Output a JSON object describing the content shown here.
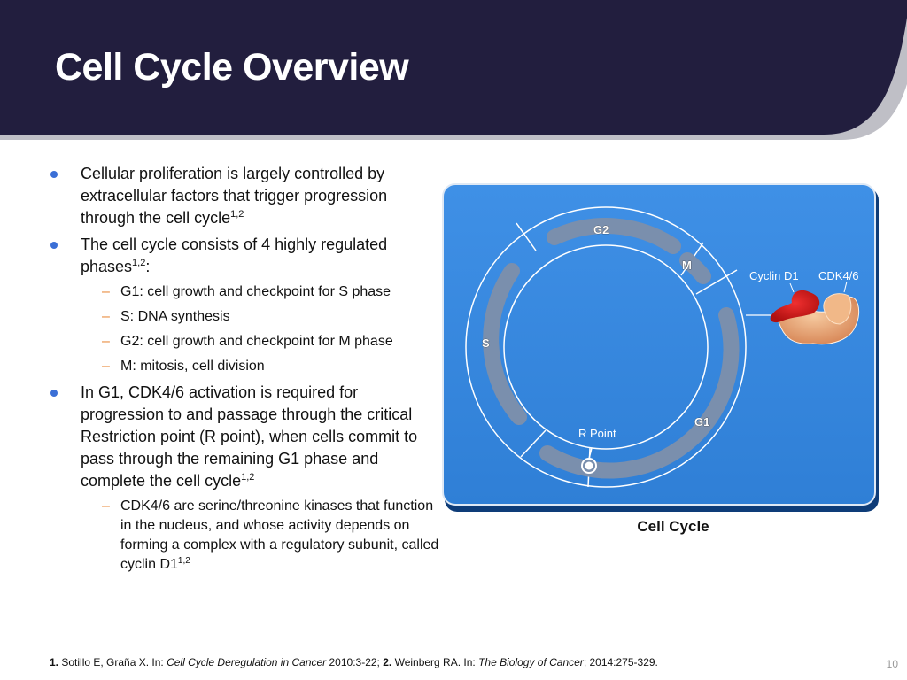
{
  "slide": {
    "title": "Cell Cycle Overview",
    "page_number": "10",
    "colors": {
      "header_bg": "#221e3e",
      "header_shadow": "#bfbfc6",
      "bullet": "#3b6fd6",
      "dash": "#e8883a",
      "panel_blue": "#3a8be0"
    }
  },
  "bullets": [
    {
      "text": "Cellular proliferation is largely controlled by extracellular factors that trigger progression through the cell cycle",
      "sup": "1,2"
    },
    {
      "text": "The cell cycle consists of 4 highly regulated phases",
      "sup": "1,2",
      "suffix": ":",
      "sub": [
        {
          "text": "G1: cell growth and checkpoint for S phase"
        },
        {
          "text": "S: DNA synthesis"
        },
        {
          "text": "G2: cell growth and checkpoint for M phase"
        },
        {
          "text": "M: mitosis, cell division"
        }
      ]
    },
    {
      "text": "In G1, CDK4/6 activation is required for progression to and passage through the critical Restriction point (R point), when cells commit to pass through the remaining G1 phase and complete the cell cycle",
      "sup": "1,2",
      "sub": [
        {
          "text": "CDK4/6 are serine/threonine kinases that function in the nucleus, and whose activity depends on forming a complex with a regulatory subunit, called cyclin D1",
          "sup": "1,2"
        }
      ]
    }
  ],
  "diagram": {
    "caption": "Cell Cycle",
    "phases": {
      "g2": "G2",
      "m": "M",
      "s": "S",
      "g1": "G1"
    },
    "r_point_label": "R Point",
    "cyclin_label": "Cyclin D1",
    "cdk_label": "CDK4/6"
  },
  "footer": {
    "ref1_num": "1.",
    "ref1_authors": " Sotillo E, Graña X. In: ",
    "ref1_book": "Cell Cycle Deregulation in Cancer",
    "ref1_tail": " 2010:3-22; ",
    "ref2_num": "2.",
    "ref2_authors": " Weinberg RA. In: ",
    "ref2_book": "The Biology of Cancer",
    "ref2_tail": "; 2014:275-329."
  }
}
